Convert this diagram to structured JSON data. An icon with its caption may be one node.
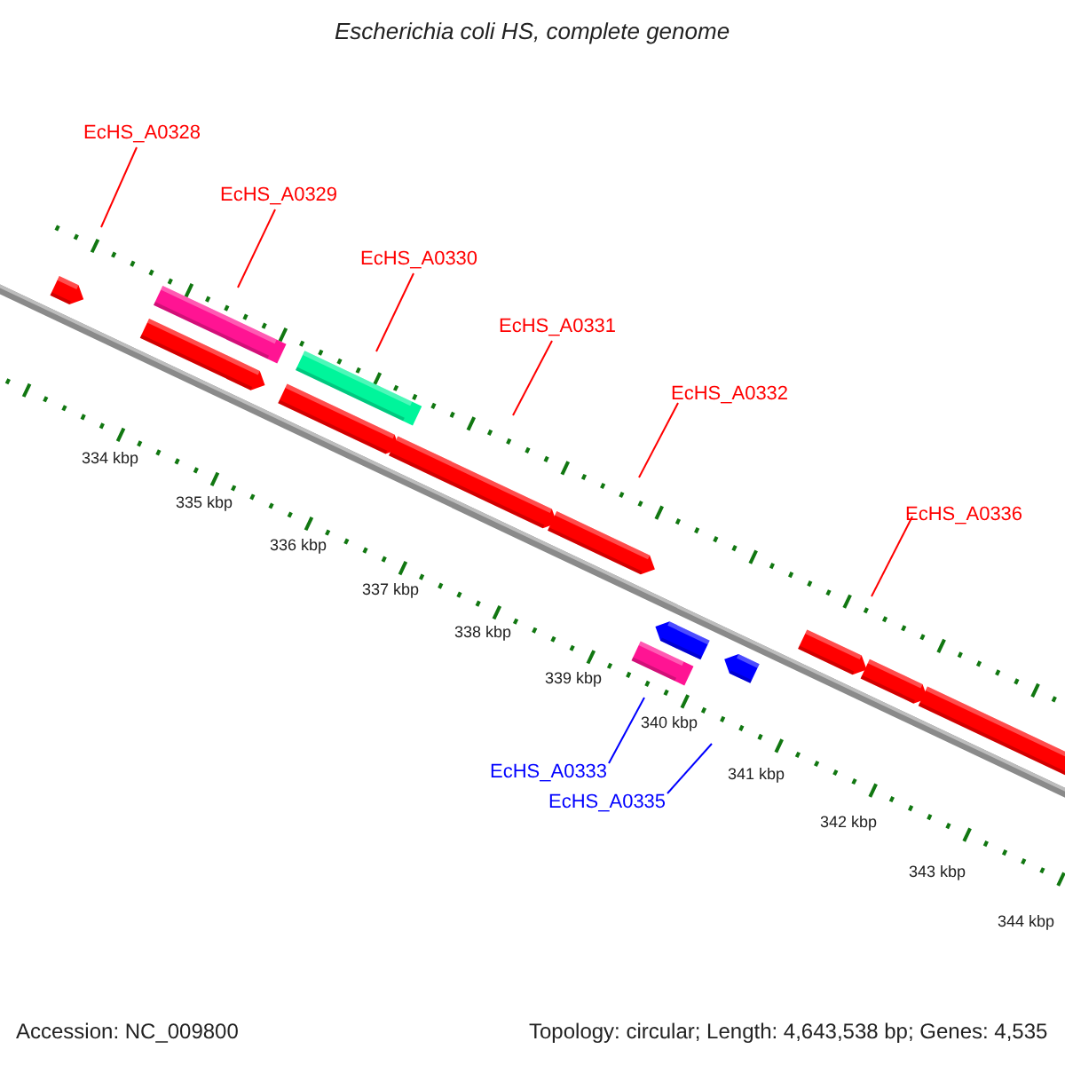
{
  "diagram": {
    "title": "Escherichia coli HS, complete genome",
    "nodes": [
      {
        "text": [
          "EcHS_A0328"
        ]
      },
      {
        "text": [
          "EcHS_A0329"
        ]
      },
      {
        "text": [
          "EcHS_A0330"
        ]
      },
      {
        "text": [
          "EcHS_A0331"
        ]
      },
      {
        "text": [
          "EcHS_A0332"
        ]
      },
      {
        "text": [
          "EcHS_A0336"
        ]
      },
      {
        "text": [
          "EcHS_A0333"
        ]
      },
      {
        "text": [
          "EcHS_A0335"
        ]
      }
    ],
    "edges": [
      {
        "from": 0,
        "to": null,
        "arrow": "none"
      },
      {
        "from": 1,
        "to": null,
        "arrow": "none"
      },
      {
        "from": 2,
        "to": null,
        "arrow": "none"
      },
      {
        "from": 3,
        "to": null,
        "arrow": "none"
      },
      {
        "from": 4,
        "to": null,
        "arrow": "none"
      },
      {
        "from": 5,
        "to": null,
        "arrow": "none"
      },
      {
        "from": 6,
        "to": null,
        "arrow": "none",
        "color": "#0000ff"
      },
      {
        "from": 7,
        "to": null,
        "arrow": "none",
        "color": "#0000ff"
      }
    ],
    "labels": [
      "334 kbp",
      "335 kbp",
      "336 kbp",
      "337 kbp",
      "338 kbp",
      "339 kbp",
      "340 kbp",
      "341 kbp",
      "342 kbp",
      "343 kbp",
      "344 kbp",
      "Accession: NC_009800",
      "Topology: circular; Length: 4,643,538 bp; Genes: 4,535"
    ]
  }
}
